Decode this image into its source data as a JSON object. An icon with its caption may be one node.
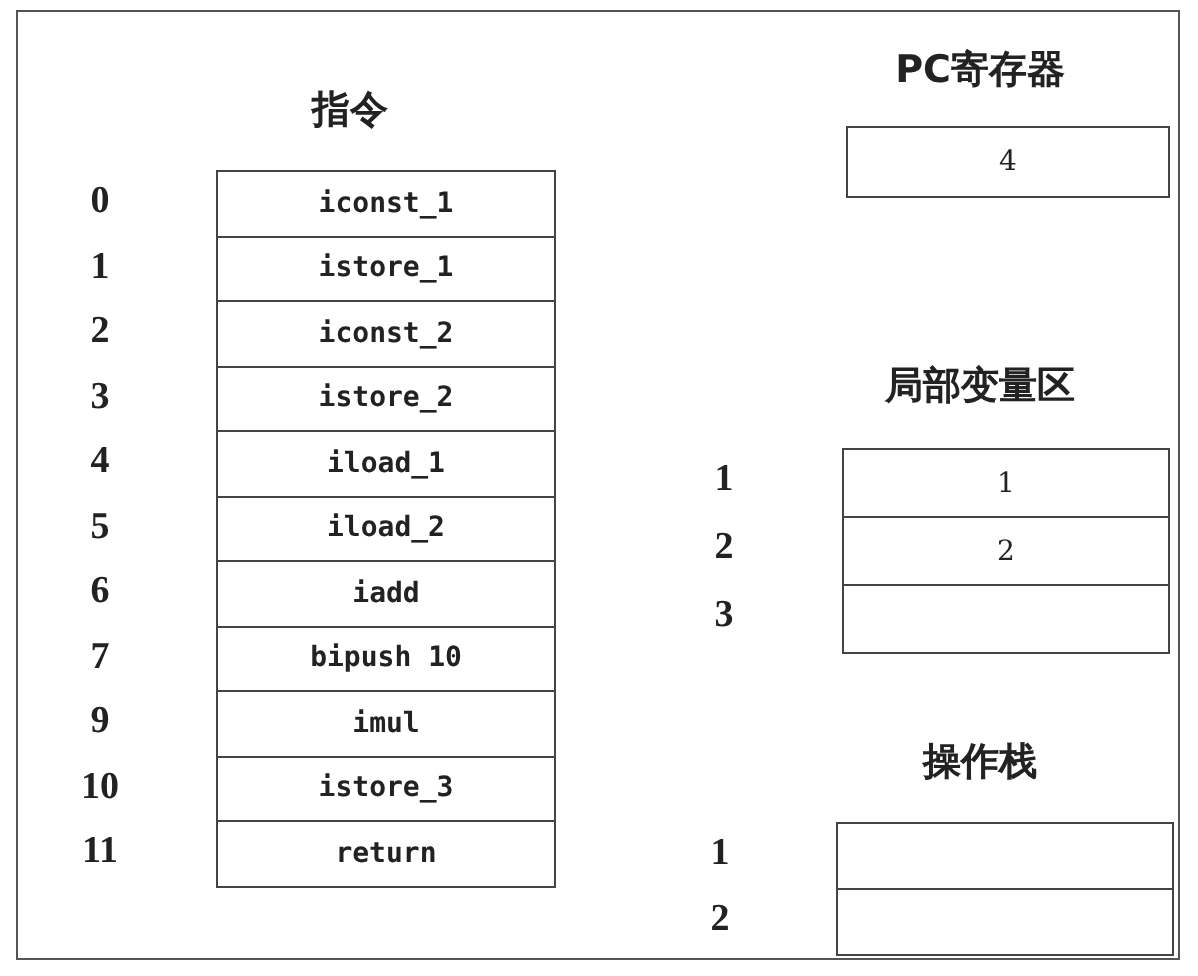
{
  "diagram": {
    "nodes": [
      {
        "text": [
          "指令"
        ]
      },
      {
        "text": [
          "iconst_1"
        ],
        "in": 0,
        "beside": [
          "0"
        ]
      },
      {
        "text": [
          "istore_1"
        ],
        "in": 0,
        "beside": [
          "1"
        ]
      },
      {
        "text": [
          "iconst_2"
        ],
        "in": 0,
        "beside": [
          "2"
        ]
      },
      {
        "text": [
          "istore_2"
        ],
        "in": 0,
        "beside": [
          "3"
        ]
      },
      {
        "text": [
          "iload_1"
        ],
        "in": 0,
        "beside": [
          "4"
        ]
      },
      {
        "text": [
          "iload_2"
        ],
        "in": 0,
        "beside": [
          "5"
        ]
      },
      {
        "text": [
          "iadd"
        ],
        "in": 0,
        "beside": [
          "6"
        ]
      },
      {
        "text": [
          "bipush 10"
        ],
        "in": 0,
        "beside": [
          "7"
        ]
      },
      {
        "text": [
          "imul"
        ],
        "in": 0,
        "beside": [
          "9"
        ]
      },
      {
        "text": [
          "istore_3"
        ],
        "in": 0,
        "beside": [
          "10"
        ]
      },
      {
        "text": [
          "return"
        ],
        "in": 0,
        "beside": [
          "11"
        ]
      },
      {
        "text": [
          "PC寄存器"
        ]
      },
      {
        "text": [
          "4"
        ],
        "in": 12
      },
      {
        "text": [
          "局部变量区"
        ]
      },
      {
        "text": [
          "1"
        ],
        "in": 14,
        "beside": [
          "1"
        ]
      },
      {
        "text": [
          "2"
        ],
        "in": 14,
        "beside": [
          "2"
        ]
      },
      {
        "text": [],
        "shape": "box",
        "in": 14,
        "beside": [
          "3"
        ]
      },
      {
        "text": [
          "操作栈"
        ]
      },
      {
        "text": [],
        "shape": "box",
        "in": 18,
        "beside": [
          "1"
        ]
      },
      {
        "text": [],
        "shape": "box",
        "in": 18,
        "beside": [
          "2"
        ]
      }
    ]
  }
}
